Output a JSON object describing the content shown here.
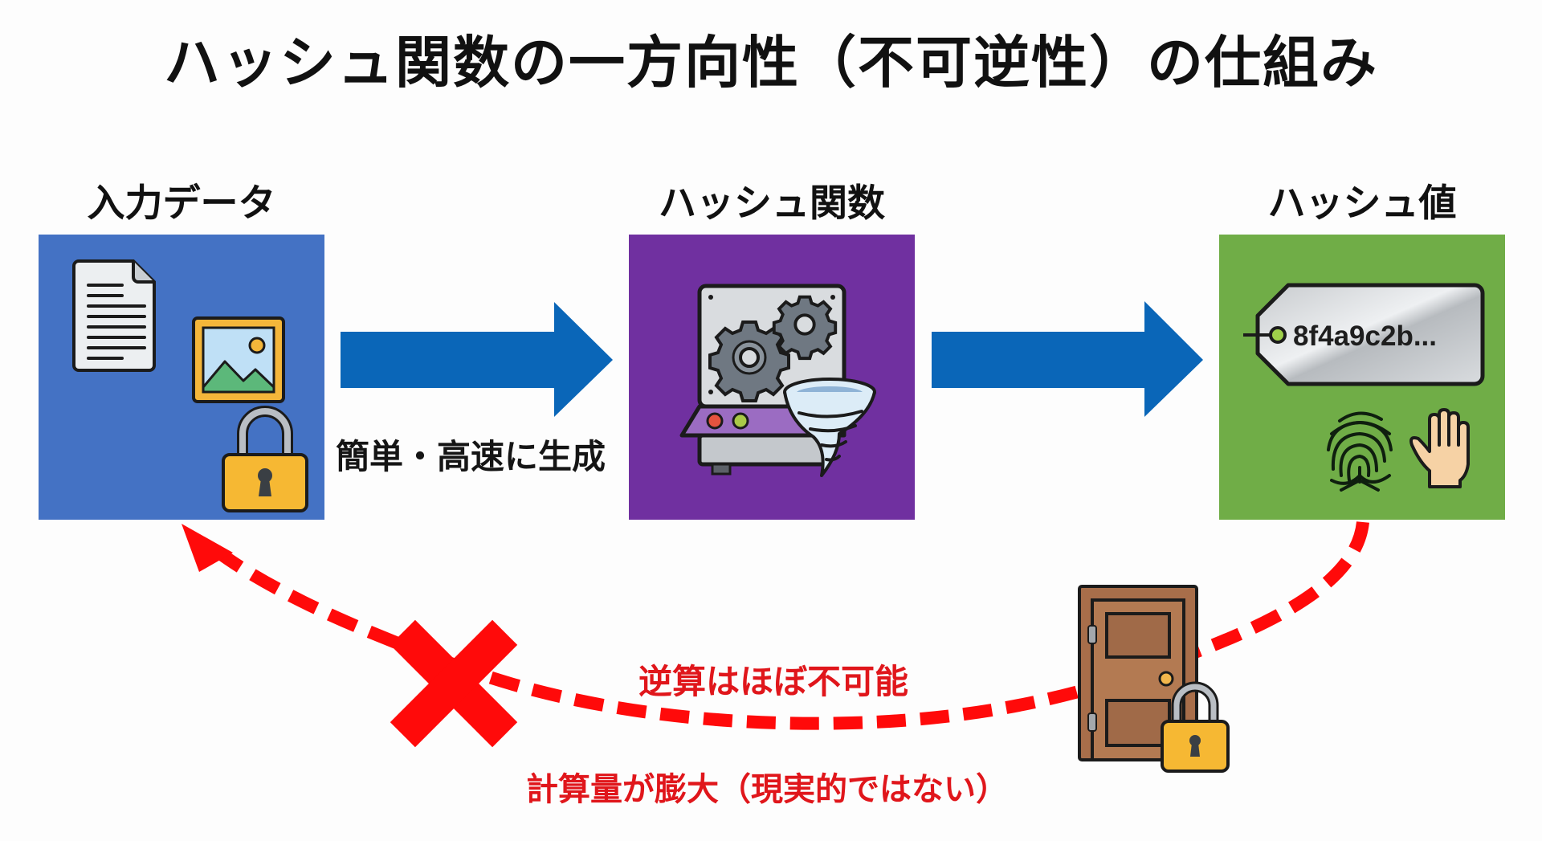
{
  "title": "ハッシュ関数の一方向性（不可逆性）の仕組み",
  "stages": [
    {
      "label": "入力データ",
      "color": "#4472c4",
      "icons": [
        "document-icon",
        "image-icon",
        "padlock-icon"
      ]
    },
    {
      "label": "ハッシュ関数",
      "color": "#7030a0",
      "icons": [
        "gear-machine-icon",
        "tornado-icon"
      ]
    },
    {
      "label": "ハッシュ値",
      "color": "#70ad47",
      "icons": [
        "tag-icon",
        "fingerprint-icon",
        "hand-icon"
      ]
    }
  ],
  "forward": {
    "caption": "簡単・高速に生成",
    "arrow_color": "#0a66b8"
  },
  "hash_tag_value": "8f4a9c2b...",
  "reverse": {
    "caption": "逆算はほぼ不可能",
    "subcaption": "計算量が膨大（現実的ではない）",
    "color": "#ff0a0a",
    "blocked_icon": "cross-icon",
    "lock_icon": "locked-door-icon"
  }
}
